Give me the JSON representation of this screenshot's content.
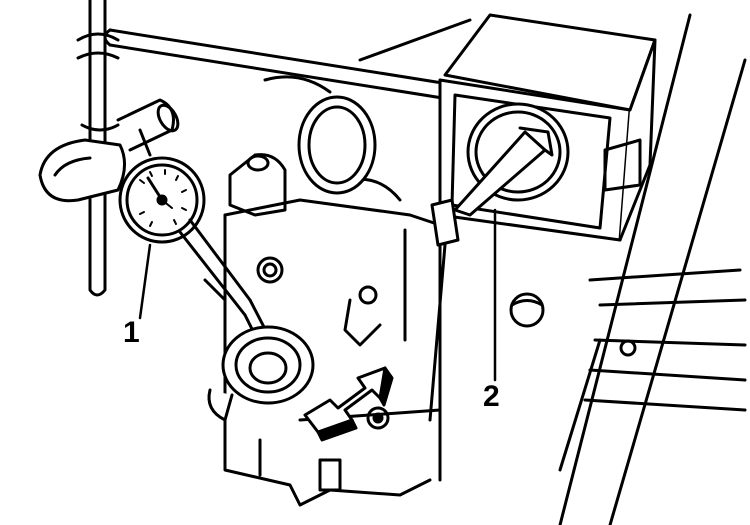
{
  "figure": {
    "style": "black-and-white line drawing",
    "ink_color": "#000000",
    "paper_color": "#ffffff"
  },
  "callouts": [
    {
      "id": "1",
      "label": "1"
    },
    {
      "id": "2",
      "label": "2"
    }
  ]
}
